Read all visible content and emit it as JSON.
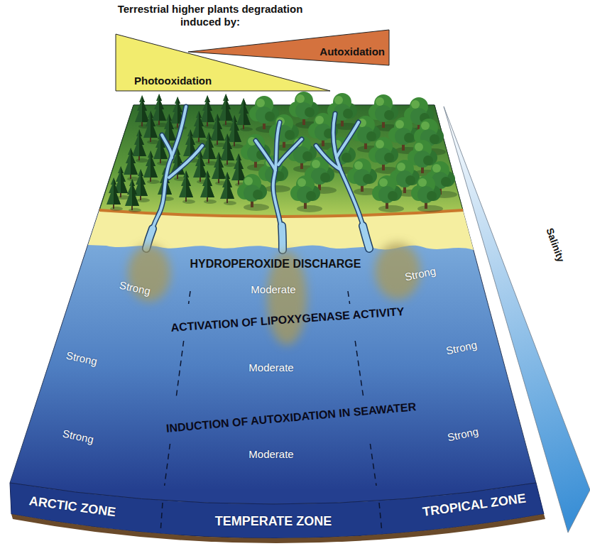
{
  "diagram": {
    "title": "Terrestrial higher plants degradation induced by:",
    "nodes": [
      {
        "text": [
          "Photooxidation"
        ]
      },
      {
        "text": [
          "Autoxidation"
        ]
      }
    ],
    "labels": [
      "HYDROPEROXIDE DISCHARGE",
      "Strong",
      "Moderate",
      "Strong",
      "ACTIVATION OF LIPOXYGENASE ACTIVITY",
      "Strong",
      "Moderate",
      "Strong",
      "INDUCTION OF AUTOXIDATION IN SEAWATER",
      "Strong",
      "Moderate",
      "Strong",
      "ARCTIC ZONE",
      "TEMPERATE ZONE",
      "TROPICAL ZONE",
      "Salinity"
    ]
  }
}
